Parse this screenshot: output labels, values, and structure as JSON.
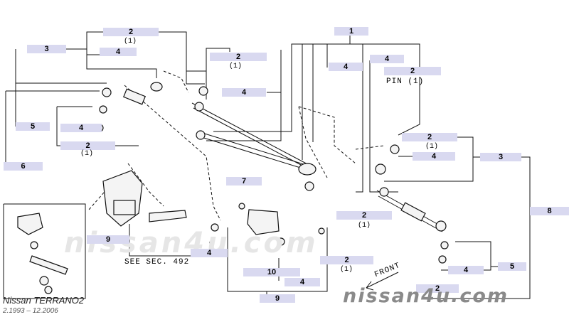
{
  "callouts": {
    "c1": "1",
    "c2a": "2",
    "c2b": "2",
    "c2c": "2",
    "c2d": "2",
    "c2e": "2",
    "c2f": "2",
    "c2g": "2",
    "c2h": "2",
    "c3a": "3",
    "c3b": "3",
    "c4a": "4",
    "c4b": "4",
    "c4c": "4",
    "c4d": "4",
    "c4e": "4",
    "c4f": "4",
    "c4g": "4",
    "c4h": "4",
    "c4i": "4",
    "c5a": "5",
    "c5b": "5",
    "c6": "6",
    "c7": "7",
    "c8": "8",
    "c9a": "9",
    "c9b": "9",
    "c10": "10"
  },
  "qty": {
    "q1": "(1)",
    "q2": "(1)",
    "q3": "(1)",
    "q4": "(1)",
    "q5": "(1)",
    "q6": "(1)",
    "pin": "PIN (1)"
  },
  "notes": {
    "see_sec": "SEE SEC. 492",
    "front": "FRONT"
  },
  "watermark": "nissan4u.com",
  "site_logo": "nissan4u.com",
  "footer": {
    "model": "Nissan TERRANO2",
    "dates": "2.1993 – 12.2006"
  }
}
